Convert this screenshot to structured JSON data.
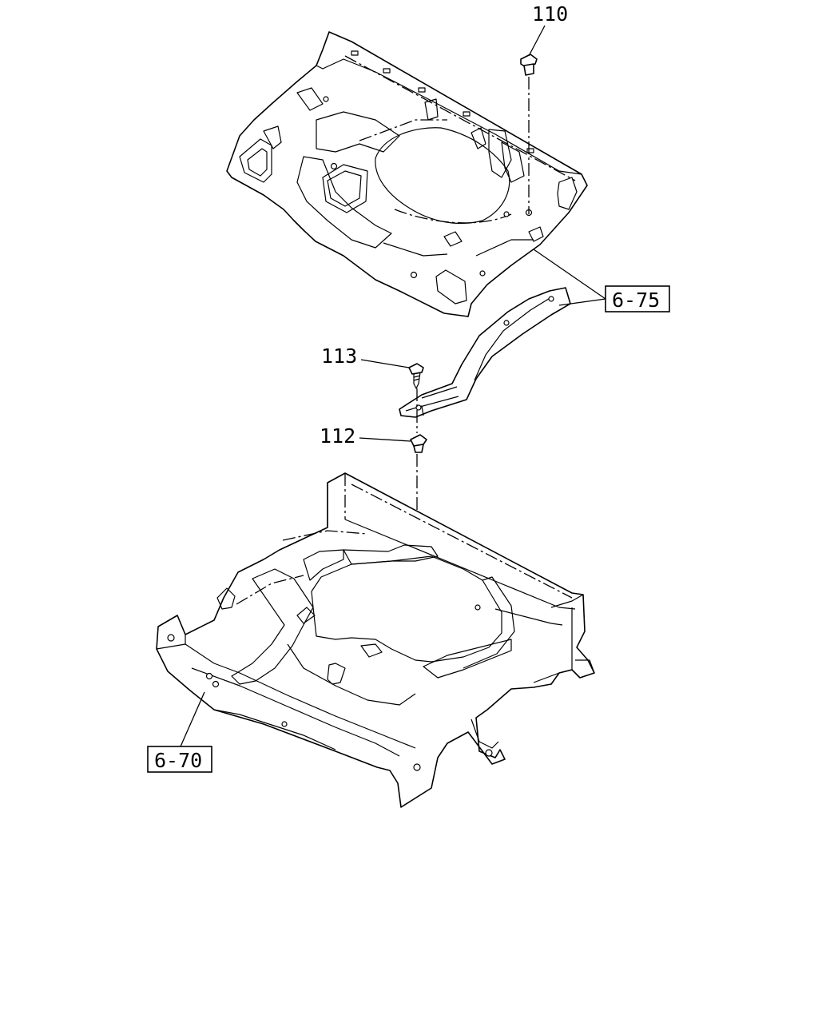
{
  "callouts": {
    "c110": "110",
    "c113": "113",
    "c112": "112",
    "ref_675": "6-75",
    "ref_670": "6-70"
  }
}
